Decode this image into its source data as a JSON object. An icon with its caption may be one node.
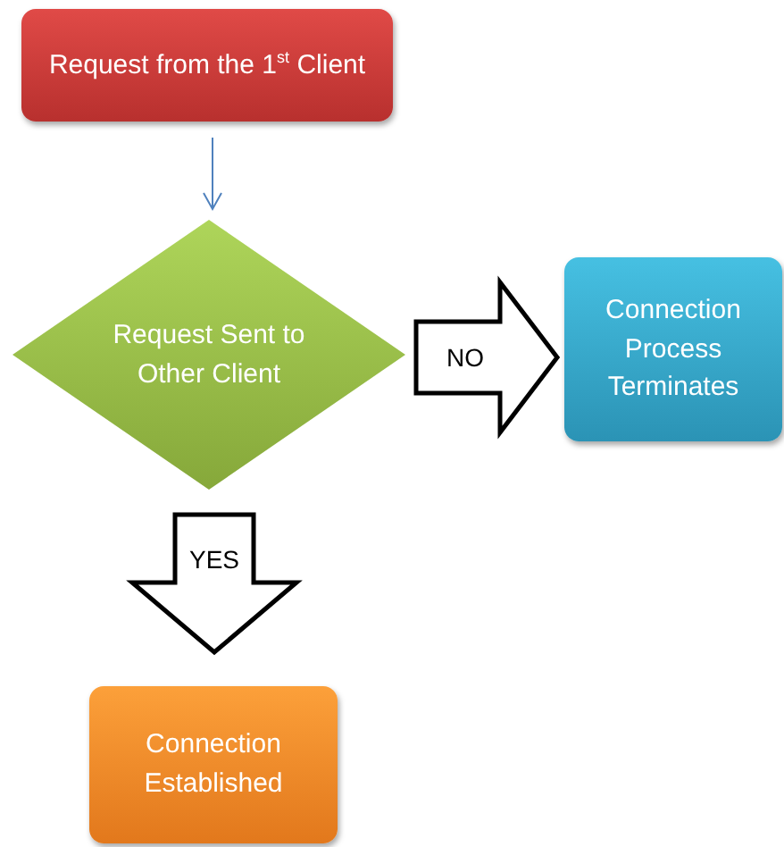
{
  "diagram": {
    "nodes": [
      {
        "text": [
          "Request from the 1$^{st}$ Client"
        ]
      },
      {
        "text": [
          "Request Sent to Other Client"
        ]
      },
      {
        "text": [
          "Connection Process Terminates"
        ]
      },
      {
        "text": [
          "Connection Established"
        ]
      }
    ],
    "edges": [
      {
        "from": 0,
        "to": 1,
        "arrow": "to",
        "color": "#4f81bd"
      },
      {
        "from": 1,
        "to": 2,
        "arrow": "to",
        "label": "NO",
        "style": "thick"
      },
      {
        "from": 1,
        "to": 3,
        "arrow": "to",
        "label": "YES",
        "style": "thick"
      }
    ]
  }
}
